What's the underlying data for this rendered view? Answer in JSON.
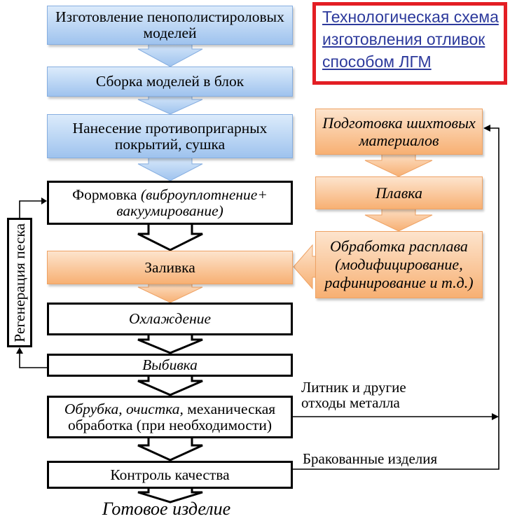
{
  "title": {
    "lines": [
      "Технологическая схема",
      "изготовления отливок",
      "способом ЛГМ"
    ]
  },
  "colors": {
    "title_text": "#2d3a9c",
    "title_border": "#e31e24",
    "blue_light": "#dcebfb",
    "blue_dark": "#9fc3ee",
    "orange_light": "#fde4cd",
    "orange_dark": "#f7b073"
  },
  "process": {
    "models": {
      "line1": "Изготовление пенополистироловых",
      "line2": "моделей"
    },
    "assembly": "Сборка моделей в блок",
    "coating": {
      "line1": "Нанесение противопригарных",
      "line2": "покрытий, сушка"
    },
    "molding": {
      "name": "Формовка",
      "detail1": "(виброуплотнение+",
      "detail2": "вакуумирование)"
    },
    "pouring": "Заливка",
    "cooling": "Охлаждение",
    "knockout": "Выбивка",
    "finishing": {
      "italic": "Обрубка, очистка,",
      "regular": "механическая",
      "line2": "обработка (при необходимости)"
    },
    "quality_control": "Контроль качества",
    "result": "Готовое изделие"
  },
  "melt": {
    "charge": {
      "line1": "Подготовка шихтовых",
      "line2": "материалов"
    },
    "melting": "Плавка",
    "treatment": {
      "line1": "Обработка расплава",
      "line2": "(модифицирование,",
      "line3": "рафинирование и т.д.)"
    }
  },
  "sand_regeneration": "Регенерация песка",
  "outputs": {
    "metal_waste": {
      "line1": "Литник и другие",
      "line2": "отходы металла"
    },
    "rejects": "Бракованные изделия"
  }
}
